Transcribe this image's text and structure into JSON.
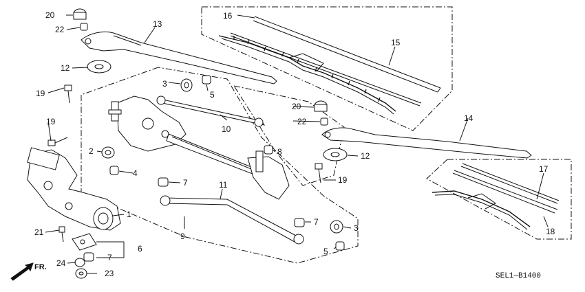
{
  "diagram_code": "SEL1—B1400",
  "front_indicator": "FR.",
  "callouts": {
    "p1": "1",
    "p2": "2",
    "p3a": "3",
    "p3b": "3",
    "p4": "4",
    "p5a": "5",
    "p5b": "5",
    "p6": "6",
    "p7a": "7",
    "p7b": "7",
    "p7c": "7",
    "p8": "8",
    "p9": "9",
    "p10": "10",
    "p11": "11",
    "p12a": "12",
    "p12b": "12",
    "p13": "13",
    "p14": "14",
    "p15": "15",
    "p16": "16",
    "p17": "17",
    "p18": "18",
    "p19a": "19",
    "p19b": "19",
    "p19c": "19",
    "p20a": "20",
    "p20b": "20",
    "p21": "21",
    "p22a": "22",
    "p22b": "22",
    "p23": "23",
    "p24": "24"
  }
}
